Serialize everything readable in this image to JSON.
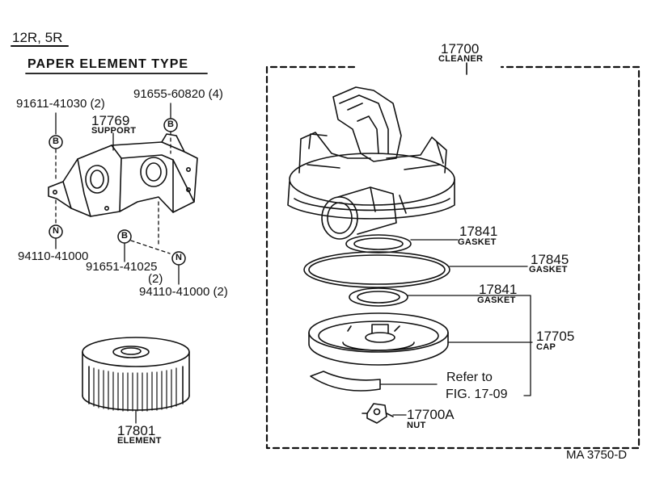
{
  "header": {
    "model": "12R, 5R",
    "type_title": "PAPER ELEMENT TYPE"
  },
  "left": {
    "bolt1": "91611-41030 (2)",
    "bolt2": "91655-60820 (4)",
    "support_no": "17769",
    "support_name": "SUPPORT",
    "nut1": "94110-41000",
    "bolt3": "91651-41025",
    "bolt3_qty": "(2)",
    "nut2": "94110-41000 (2)",
    "element_no": "17801",
    "element_name": "ELEMENT",
    "marker_b": "B",
    "marker_n": "N"
  },
  "right": {
    "cleaner_no": "17700",
    "cleaner_name": "CLEANER",
    "gasket1_no": "17841",
    "gasket1_name": "GASKET",
    "gasket2_no": "17845",
    "gasket2_name": "GASKET",
    "gasket3_no": "17841",
    "gasket3_name": "GASKET",
    "cap_no": "17705",
    "cap_name": "CAP",
    "refer_line1": "Refer to",
    "refer_line2": "FIG. 17-09",
    "nut_no": "17700A",
    "nut_name": "NUT"
  },
  "footer": {
    "code": "MA  3750-D"
  }
}
